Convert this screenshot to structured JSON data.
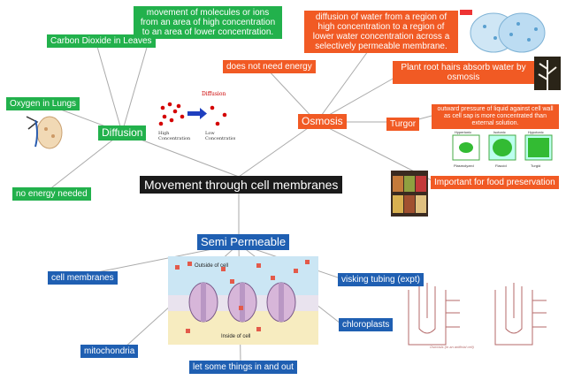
{
  "center": "Movement through cell membranes",
  "diffusion": {
    "title": "Diffusion",
    "definition": "movement of molecules or ions from an area of high concentration to an area of lower concentration.",
    "co2": "Carbon Dioxide in Leaves",
    "oxygen": "Oxygen in Lungs",
    "no_energy": "no energy needed",
    "diagram": {
      "title": "Diffusion",
      "high": "High\nConcentration",
      "low": "Low\nConcentration"
    }
  },
  "osmosis": {
    "title": "Osmosis",
    "definition": "diffusion of water from a region of high concentration to a region of lower water concentration across a selectively permeable membrane.",
    "no_energy": "does not need energy",
    "root_hairs": "Plant root hairs absorb water by osmosis",
    "turgor": "Turgor",
    "turgor_def": "outward pressure of liquid against cell wall as cell sap is more concentrated than external solution.",
    "food": "Important for food preservation",
    "turgor_labels": [
      "Hypertonic",
      "Isotonic",
      "Hypotonic",
      "Plasmolyzed",
      "Flaccid",
      "Turgid"
    ]
  },
  "semi": {
    "title": "Semi Permeable",
    "cell_membranes": "cell membranes",
    "mitochondria": "mitochondria",
    "some_things": "let some things in and out",
    "visking": "visking tubing (expt)",
    "chloroplasts": "chloroplasts",
    "membrane_outside": "Outside of cell",
    "membrane_inside": "Inside of cell",
    "osmosis_caption": "Osmosis (in an artificial cell)"
  },
  "colors": {
    "green": "#22b14c",
    "orange": "#f15a24",
    "blue": "#1f5fb2",
    "center": "#1a1a1a"
  }
}
